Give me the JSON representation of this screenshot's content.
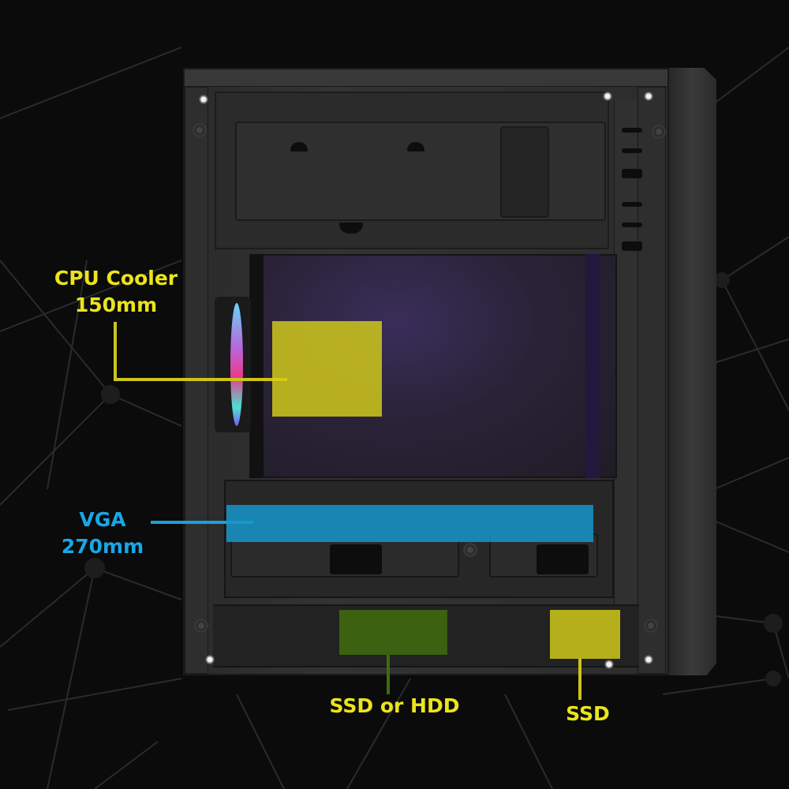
{
  "colors": {
    "background": "#0b0b0b",
    "cpu_zone": "#c8c21a",
    "vga_zone": "#1590c4",
    "ssd_hdd_zone": "#3f6b12",
    "ssd_zone": "#c8c21a",
    "yellow_text": "#ece41c",
    "blue_text": "#16a8e8"
  },
  "annotations": {
    "cpu_cooler": {
      "title": "CPU Cooler",
      "value": "150mm"
    },
    "vga": {
      "title": "VGA",
      "value": "270mm"
    },
    "ssd_or_hdd": {
      "title": "SSD or HDD"
    },
    "ssd": {
      "title": "SSD"
    }
  },
  "icons": {
    "rgb_fan": "rgb-fan-icon",
    "screw": "screw-icon"
  }
}
